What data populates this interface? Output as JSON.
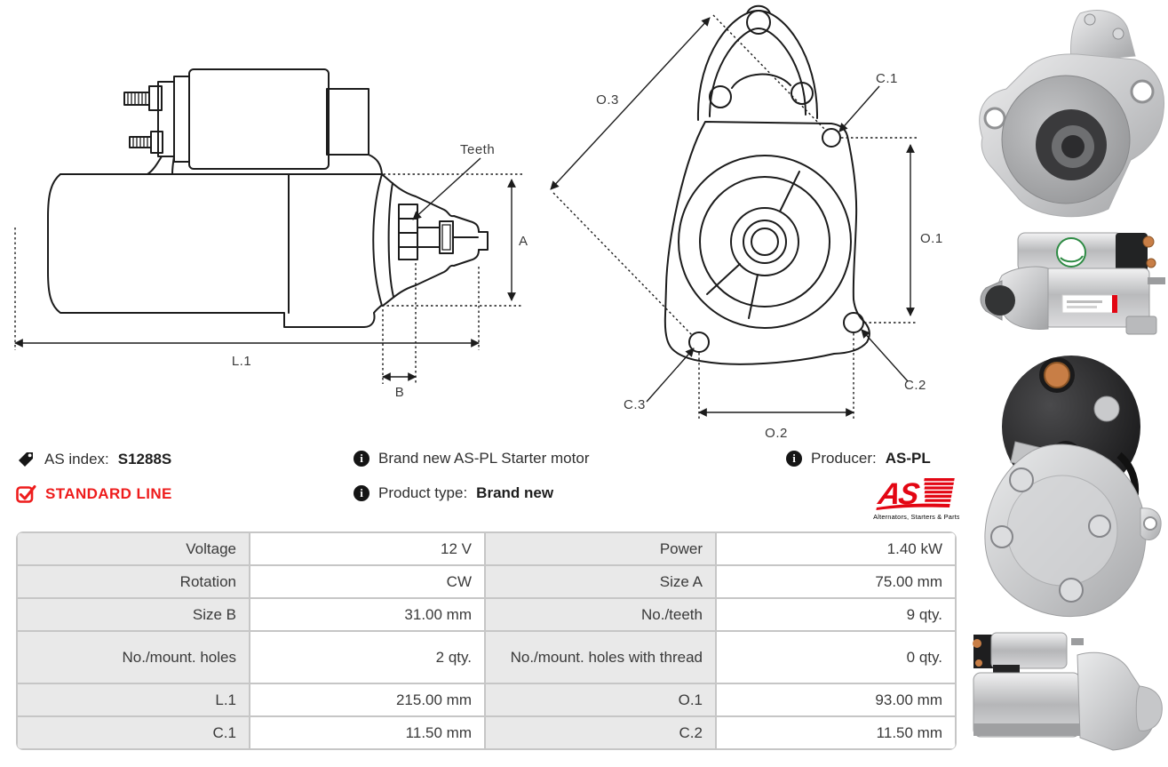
{
  "info": {
    "as_index_label": "AS index:",
    "as_index_value": "S1288S",
    "standard_line": "STANDARD LINE",
    "description": "Brand new AS-PL Starter motor",
    "product_type_label": "Product type:",
    "product_type_value": "Brand new",
    "producer_label": "Producer:",
    "producer_value": "AS-PL",
    "info_icon_glyph": "i"
  },
  "logo": {
    "as_text": "AS",
    "tagline": "Alternators, Starters & Parts"
  },
  "diagrams": {
    "side_view": {
      "teeth": "Teeth",
      "a": "A",
      "l1": "L.1",
      "b": "B"
    },
    "front_view": {
      "o3": "O.3",
      "c1": "C.1",
      "o1": "O.1",
      "o2": "O.2",
      "c2": "C.2",
      "c3": "C.3"
    }
  },
  "spec_table": {
    "rows": [
      {
        "l1": "Voltage",
        "v1": "12 V",
        "l2": "Power",
        "v2": "1.40 kW"
      },
      {
        "l1": "Rotation",
        "v1": "CW",
        "l2": "Size A",
        "v2": "75.00 mm"
      },
      {
        "l1": "Size B",
        "v1": "31.00 mm",
        "l2": "No./teeth",
        "v2": "9 qty."
      },
      {
        "l1": "No./mount. holes",
        "v1": "2 qty.",
        "l2": "No./mount. holes with thread",
        "v2": "0 qty."
      },
      {
        "l1": "L.1",
        "v1": "215.00 mm",
        "l2": "O.1",
        "v2": "93.00 mm"
      },
      {
        "l1": "C.1",
        "v1": "11.50 mm",
        "l2": "C.2",
        "v2": "11.50 mm"
      }
    ]
  },
  "colors": {
    "accent_red": "#e30613",
    "standard_line_red": "#ee1c1c",
    "table_label_bg": "#e9e9e9",
    "table_border": "#c6c6c6",
    "drawing_line": "#1c1c1c",
    "text": "#2f2f2f"
  }
}
